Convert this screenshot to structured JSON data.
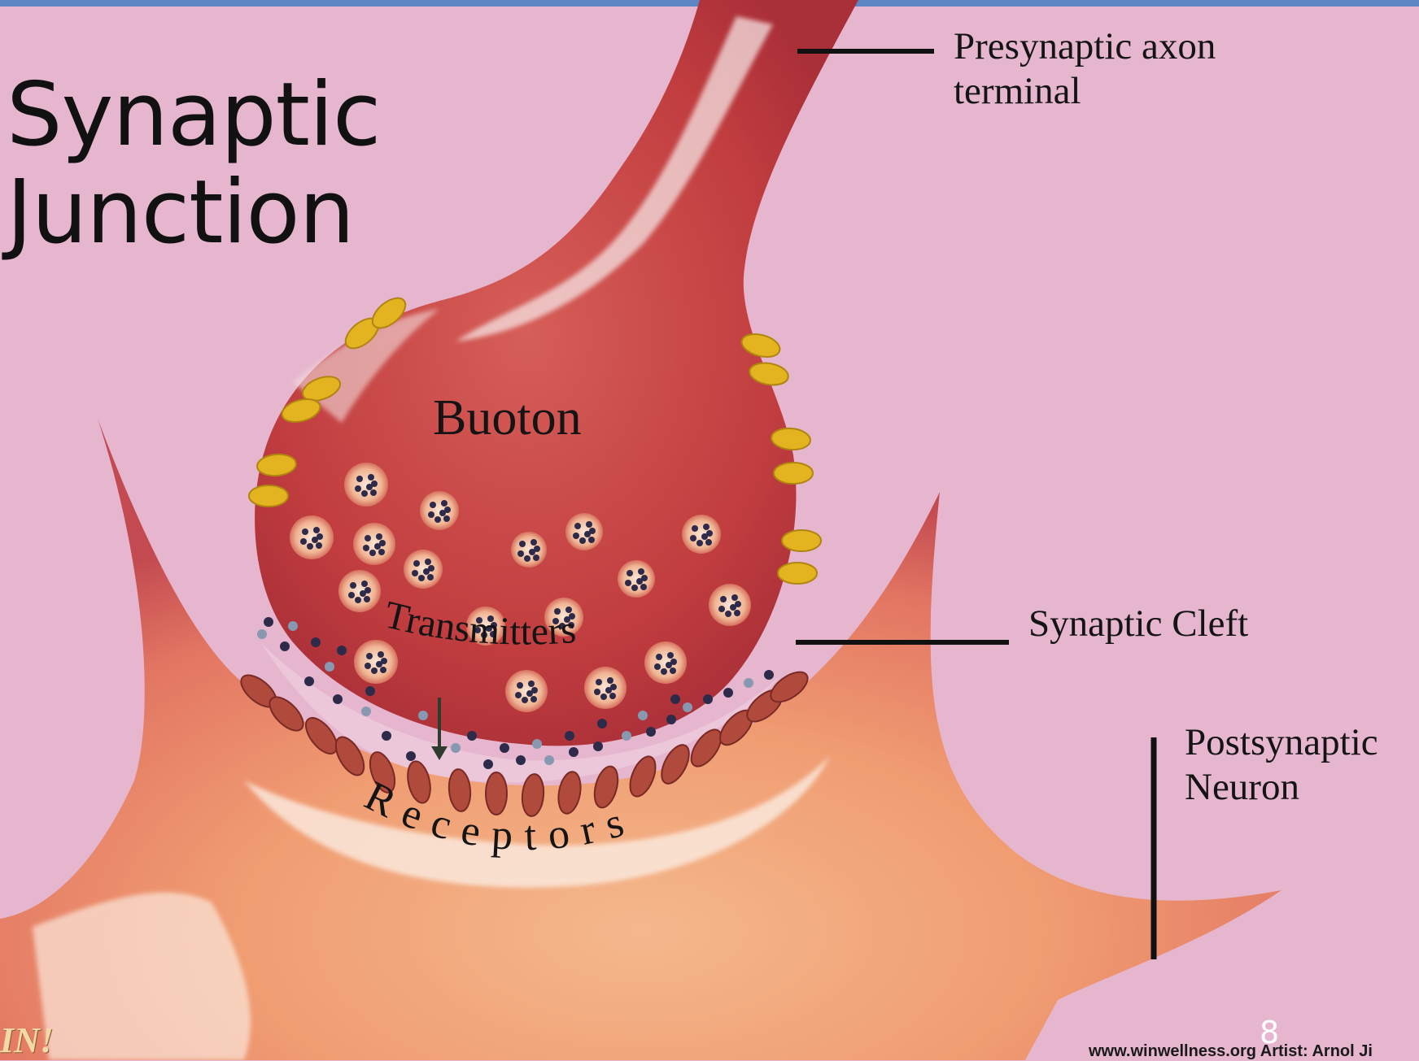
{
  "title": {
    "line1": "Synaptic",
    "line2": "Junction"
  },
  "labels": {
    "presynaptic": [
      "Presynaptic axon",
      "terminal"
    ],
    "buoton": "Buoton",
    "transmitters": "Transmitters",
    "synaptic_cleft": "Synaptic Cleft",
    "postsynaptic": [
      "Postsynaptic",
      "Neuron"
    ],
    "receptors": "Receptors"
  },
  "footer": {
    "page_number": "8",
    "credit": "www.winwellness.org  Artist: Arnol Ji",
    "logo": "IN!"
  },
  "colors": {
    "background": "#e6b6cf",
    "membrane_red": "#c2403e",
    "neuron_peach": "#f0a479",
    "receptor": "#b04a3c",
    "vesicle_ring": "#f2c9a6",
    "channel_yellow": "#e3b420",
    "transmitter_dot": "#2d2a4a"
  }
}
